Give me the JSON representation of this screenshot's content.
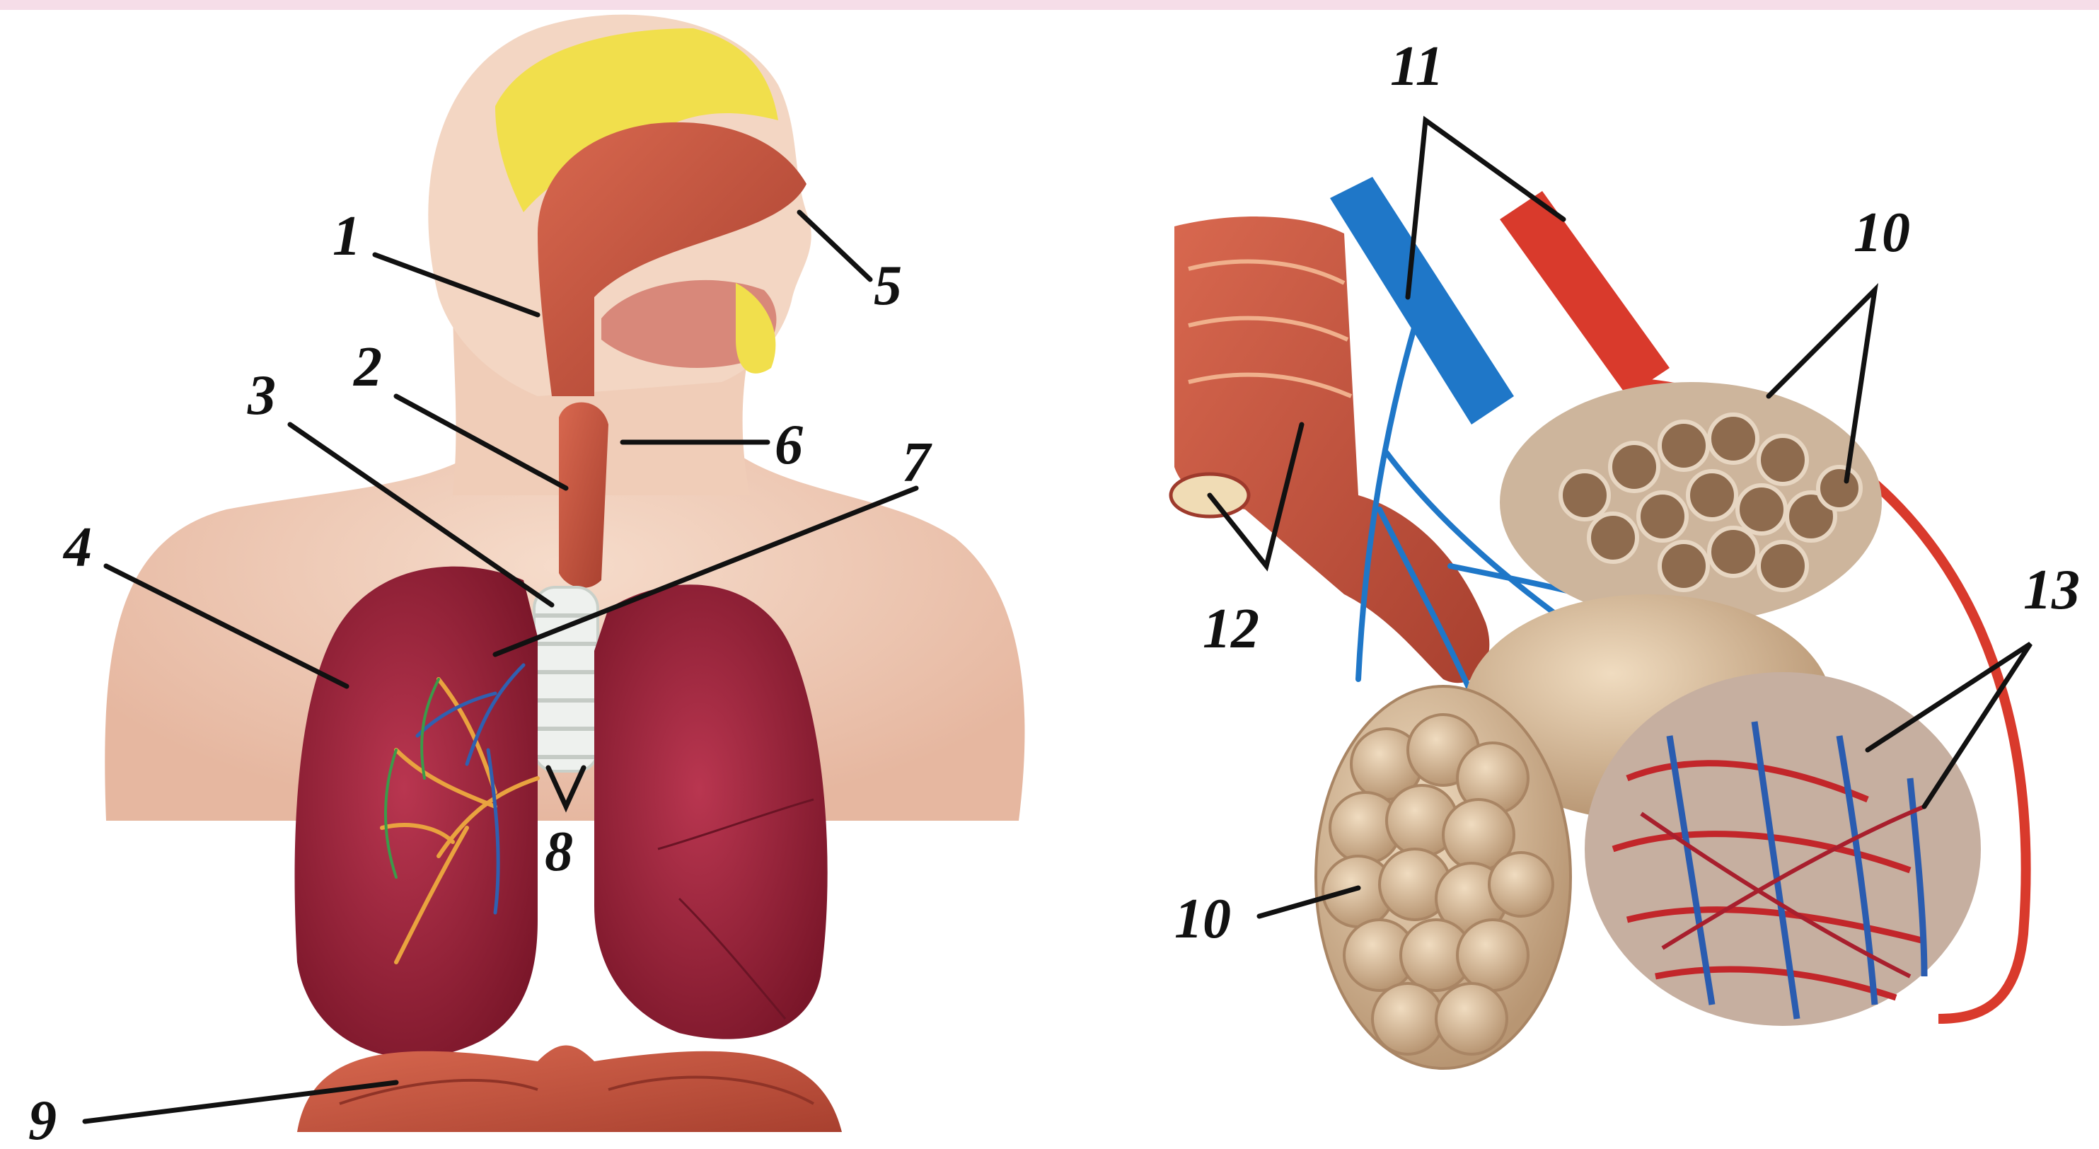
{
  "colors": {
    "band": "#f6dde8",
    "skin": "#f1d1bd",
    "skin_shadow": "#e3b39b",
    "muscle": "#c8553f",
    "muscle_dark": "#9e3a2c",
    "lung": "#a5283f",
    "lung_dark": "#7e1a2c",
    "bone_yellow": "#f0e04e",
    "cartilage": "#eef1ee",
    "vein": "#1f77c8",
    "artery": "#d93a2c",
    "alveolus": "#d8bc95",
    "alveolus_dark": "#a98564",
    "leader": "#111111"
  },
  "labels": {
    "l1": "1",
    "l2": "2",
    "l3": "3",
    "l4": "4",
    "l5": "5",
    "l6": "6",
    "l7": "7",
    "l8": "8",
    "l9": "9",
    "l10a": "10",
    "l10b": "10",
    "l11": "11",
    "l12": "12",
    "l13": "13"
  }
}
